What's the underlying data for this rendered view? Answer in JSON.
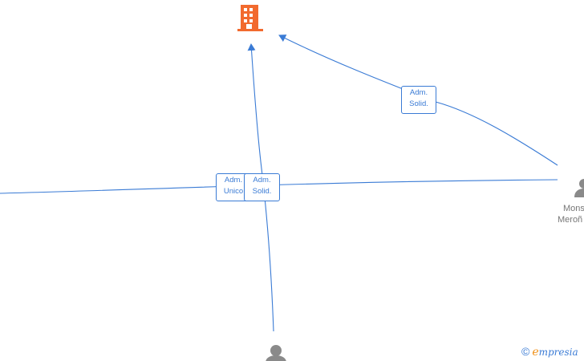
{
  "colors": {
    "edge": "#3a7bd5",
    "company_icon": "#f26a2e",
    "person_icon": "#8a8a8a",
    "label_text": "#777777"
  },
  "edges": [
    {
      "label_line1": "Adm.",
      "label_line2": "Solid."
    },
    {
      "label_line1": "Adm.",
      "label_line2": "Unico"
    },
    {
      "label_line1": "Adm.",
      "label_line2": "Solid."
    }
  ],
  "nodes": {
    "company": {
      "icon": "building-icon"
    },
    "person_right": {
      "icon": "person-icon",
      "name_line1": "Mons",
      "name_line2": "Meroñ"
    },
    "person_bottom": {
      "icon": "person-icon"
    }
  },
  "brand": {
    "copyright": "©",
    "e": "e",
    "rest": "mpresia"
  }
}
